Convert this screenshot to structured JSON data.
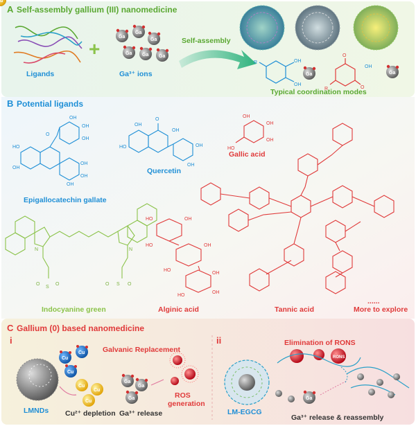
{
  "panel_a": {
    "letter": "A",
    "title": "Self-assembly gallium (III) nanomedicine",
    "ligands_label": "Ligands",
    "ions_label": "Ga³⁺ ions",
    "plus": "+",
    "arrow_label": "Self-assembly",
    "coord_label": "Typical coordination modes",
    "ion_symbol": "Ga",
    "r_label": "R",
    "oh_label": "OH",
    "o_label": "O"
  },
  "panel_b": {
    "letter": "B",
    "title": "Potential ligands",
    "egcg": "Epigallocatechin gallate",
    "quercetin": "Quercetin",
    "gallic": "Gallic acid",
    "icg": "Indocyanine green",
    "alginic": "Alginic acid",
    "tannic": "Tannic acid",
    "more": "More to explore",
    "ellipsis": "......"
  },
  "panel_c": {
    "letter": "C",
    "title": "Gallium (0) based nanomedicine",
    "sub_i": "i",
    "sub_ii": "ii",
    "galvanic": "Galvanic Replacement",
    "lmnds": "LMNDs",
    "cu_depletion": "Cu²⁺ depletion",
    "ga_release": "Ga³⁺ release",
    "ros": "ROS",
    "generation": "generation",
    "cu_symbol": "Cu",
    "rons_elim": "Elimination of RONS",
    "rons_badge": "RONS",
    "lm_egcg": "LM-EGCG",
    "ga_reassembly": "Ga³⁺ release & reassembly"
  },
  "colors": {
    "green": "#5aa832",
    "blue": "#1f8fd6",
    "red": "#e03a3a",
    "lightgreen": "#8bc34a",
    "title_dark": "#333333"
  }
}
